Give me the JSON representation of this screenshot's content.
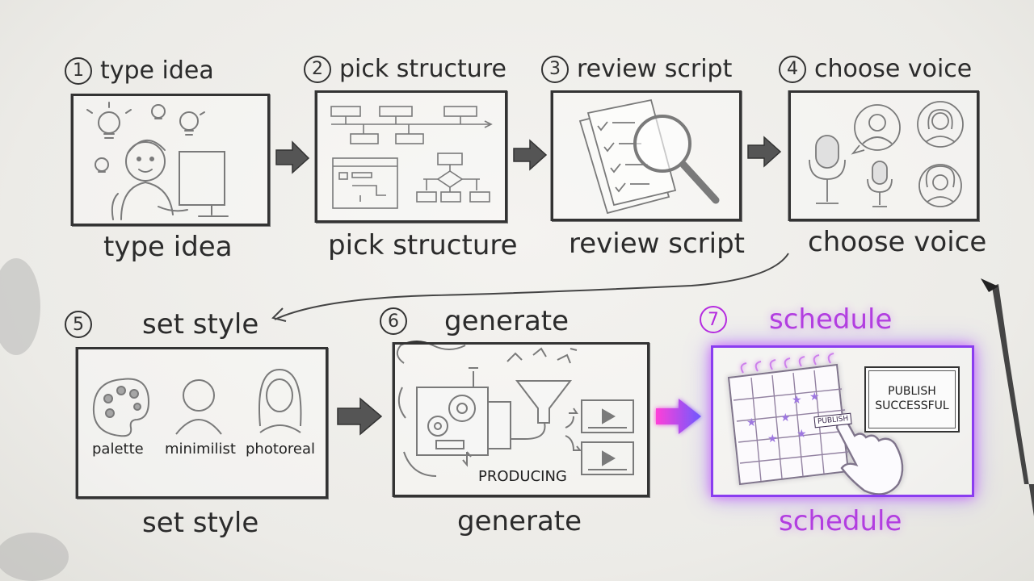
{
  "steps": [
    {
      "number": "1",
      "label": "type idea",
      "caption": "type idea"
    },
    {
      "number": "2",
      "label": "pick structure",
      "caption": "pick structure"
    },
    {
      "number": "3",
      "label": "review script",
      "caption": "review script"
    },
    {
      "number": "4",
      "label": "choose voice",
      "caption": "choose voice"
    },
    {
      "number": "5",
      "label": "set style",
      "caption": "set style"
    },
    {
      "number": "6",
      "label": "generate",
      "caption": "generate"
    },
    {
      "number": "7",
      "label": "schedule",
      "caption": "schedule"
    }
  ],
  "style_options": [
    "palette",
    "minimilist",
    "photoreal"
  ],
  "generate_status": "PRODUCING",
  "publish_message": [
    "PUBLISH",
    "SUCCESSFUL"
  ],
  "calendar_button": "PUBLISH",
  "colors": {
    "ink": "#333333",
    "highlight_pink": "#e040ff",
    "highlight_violet": "#7a4dff"
  },
  "icons": [
    "lightbulb-icon",
    "person-at-computer-icon",
    "timeline-icon",
    "flowchart-icon",
    "checklist-document-icon",
    "magnifier-icon",
    "microphone-icon",
    "man-avatar-icon",
    "woman-avatar-icon",
    "palette-icon",
    "person-outline-icon",
    "woman-portrait-icon",
    "gears-machine-icon",
    "funnel-icon",
    "video-play-icon",
    "calendar-icon",
    "pointing-hand-icon",
    "pencil-icon",
    "arrow-right-icon",
    "curved-arrow-icon"
  ]
}
